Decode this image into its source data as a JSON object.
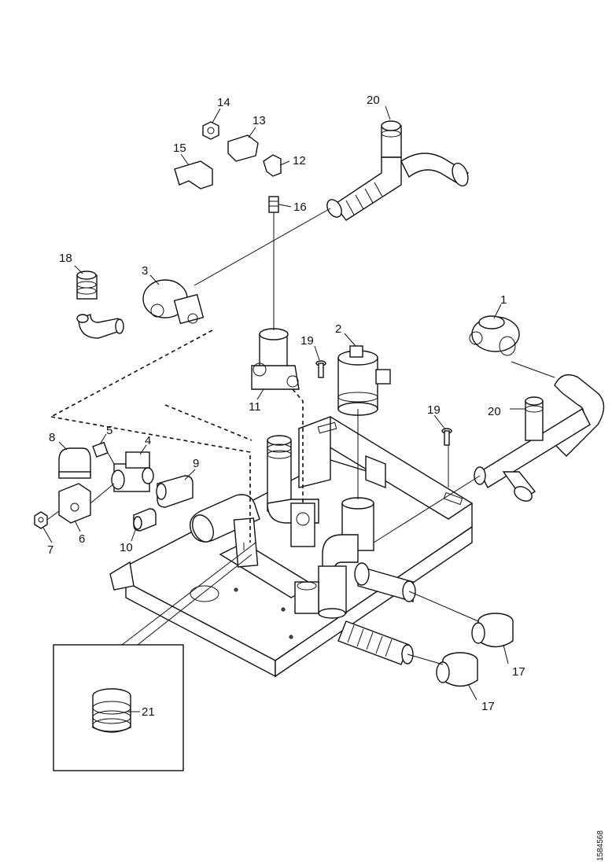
{
  "callouts": {
    "c1": "1",
    "c2": "2",
    "c3": "3",
    "c4": "4",
    "c5": "5",
    "c6": "6",
    "c7": "7",
    "c8": "8",
    "c9": "9",
    "c10": "10",
    "c11": "11",
    "c12": "12",
    "c13": "13",
    "c14": "14",
    "c15": "15",
    "c16": "16",
    "c17a": "17",
    "c17b": "17",
    "c18": "18",
    "c19a": "19",
    "c19b": "19",
    "c20a": "20",
    "c20b": "20",
    "c21": "21"
  },
  "figure_code": "1584568"
}
